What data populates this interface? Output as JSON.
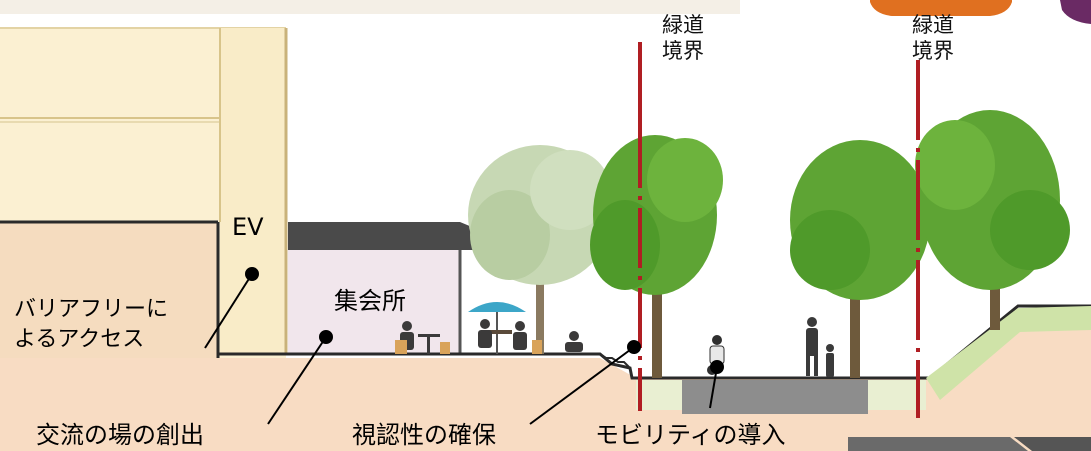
{
  "labels": {
    "ev": "EV",
    "barrier_free": [
      "バリアフリーに",
      "よるアクセス"
    ],
    "meeting_hall": "集会所",
    "exchange": "交流の場の創出",
    "visibility": "視認性の確保",
    "mobility": "モビリティの導入",
    "greenway_left": [
      "緑道",
      "境界"
    ],
    "greenway_right": [
      "緑道",
      "境界"
    ]
  },
  "colors": {
    "building_wall": "#fbf0d2",
    "building_line": "#d8c48a",
    "ground": "#f8dcc3",
    "ground_line": "#2a2a2a",
    "hall_wall": "#f1e6ec",
    "canopy": "#4a4a4a",
    "pavement": "#8d8d8d",
    "grass": "#cfe3a8",
    "tree_green": "#4f9a2a",
    "tree_light": "#b9cfa3",
    "trunk": "#6e5a3c",
    "boundary_line": "#b01e23",
    "umbrella": "#3ca6c8",
    "orange_accent": "#e07020",
    "purple_accent": "#6a2a64",
    "nav_gray": "#6a6a6a"
  }
}
